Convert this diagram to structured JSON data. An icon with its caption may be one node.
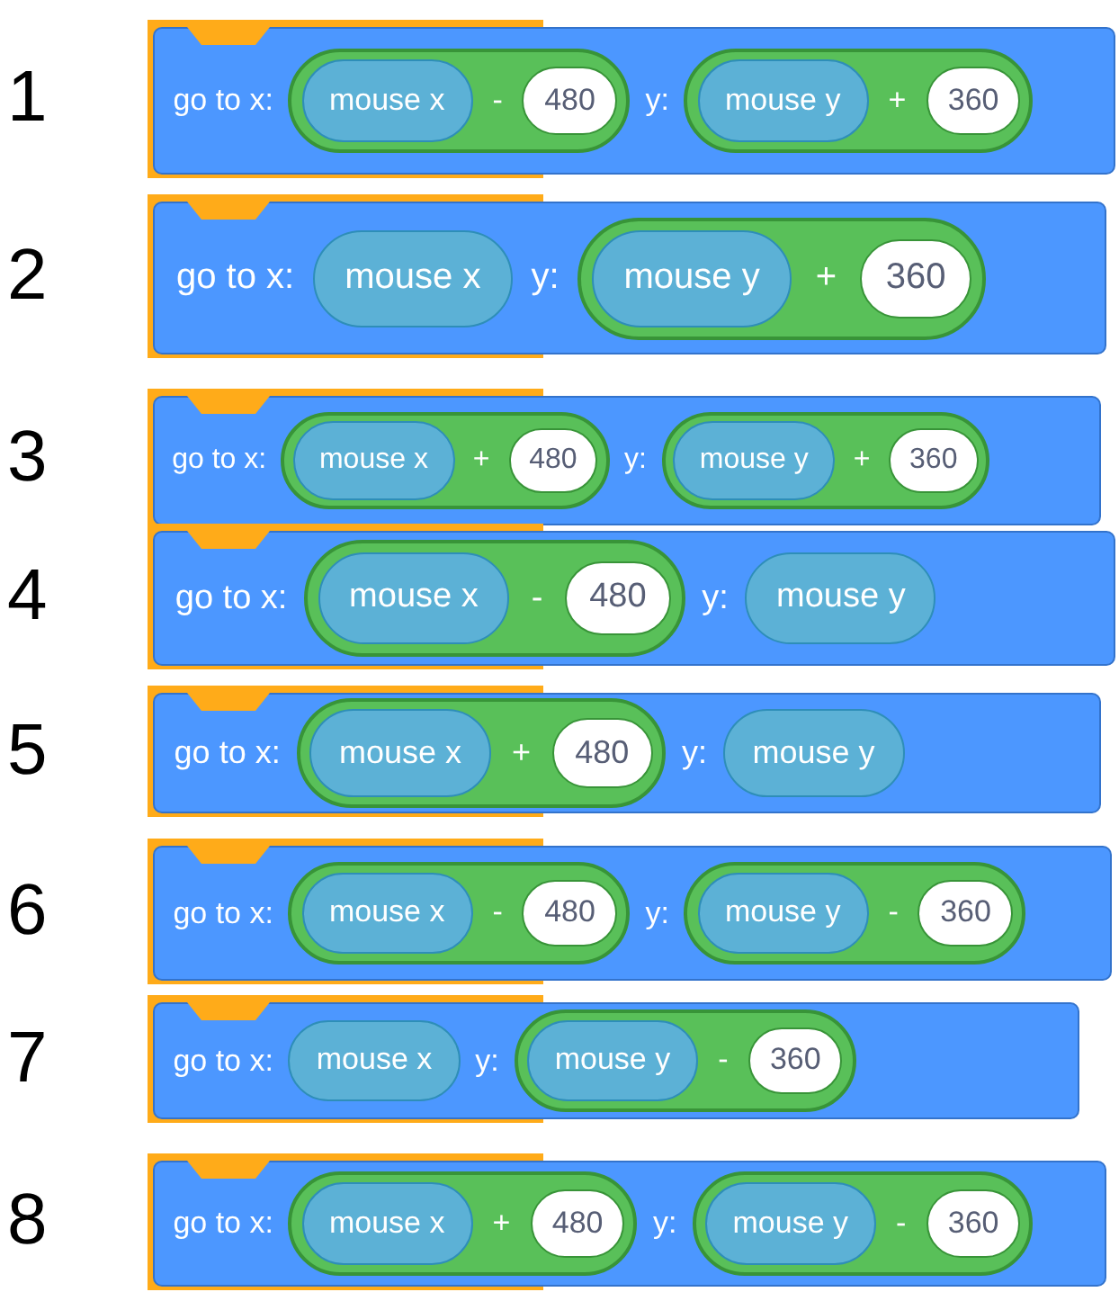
{
  "diagram": {
    "nodes": [
      {
        "text": [
          "go to x:",
          "y:"
        ]
      },
      {
        "text": [
          "-"
        ],
        "in": 0
      },
      {
        "text": [
          "mouse x"
        ],
        "in": 1
      },
      {
        "text": [
          "480"
        ],
        "in": 1
      },
      {
        "text": [
          "+"
        ],
        "in": 0
      },
      {
        "text": [
          "mouse y"
        ],
        "in": 4
      },
      {
        "text": [
          "360"
        ],
        "in": 4
      },
      {
        "text": [
          "go to x:",
          "y:"
        ]
      },
      {
        "text": [
          "mouse x"
        ],
        "in": 7
      },
      {
        "text": [
          "+"
        ],
        "in": 7
      },
      {
        "text": [
          "mouse y"
        ],
        "in": 9
      },
      {
        "text": [
          "360"
        ],
        "in": 9
      },
      {
        "text": [
          "go to x:",
          "y:"
        ]
      },
      {
        "text": [
          "+"
        ],
        "in": 12
      },
      {
        "text": [
          "mouse x"
        ],
        "in": 13
      },
      {
        "text": [
          "480"
        ],
        "in": 13
      },
      {
        "text": [
          "+"
        ],
        "in": 12
      },
      {
        "text": [
          "mouse y"
        ],
        "in": 16
      },
      {
        "text": [
          "360"
        ],
        "in": 16
      },
      {
        "text": [
          "go to x:",
          "y:"
        ]
      },
      {
        "text": [
          "-"
        ],
        "in": 19
      },
      {
        "text": [
          "mouse x"
        ],
        "in": 20
      },
      {
        "text": [
          "480"
        ],
        "in": 20
      },
      {
        "text": [
          "mouse y"
        ],
        "in": 19
      },
      {
        "text": [
          "go to x:",
          "y:"
        ]
      },
      {
        "text": [
          "+"
        ],
        "in": 24
      },
      {
        "text": [
          "mouse x"
        ],
        "in": 25
      },
      {
        "text": [
          "480"
        ],
        "in": 25
      },
      {
        "text": [
          "mouse y"
        ],
        "in": 24
      },
      {
        "text": [
          "go to x:",
          "y:"
        ]
      },
      {
        "text": [
          "-"
        ],
        "in": 29
      },
      {
        "text": [
          "mouse x"
        ],
        "in": 30
      },
      {
        "text": [
          "480"
        ],
        "in": 30
      },
      {
        "text": [
          "-"
        ],
        "in": 29
      },
      {
        "text": [
          "mouse y"
        ],
        "in": 33
      },
      {
        "text": [
          "360"
        ],
        "in": 33
      },
      {
        "text": [
          "go to x:",
          "y:"
        ]
      },
      {
        "text": [
          "mouse x"
        ],
        "in": 36
      },
      {
        "text": [
          "-"
        ],
        "in": 36
      },
      {
        "text": [
          "mouse y"
        ],
        "in": 38
      },
      {
        "text": [
          "360"
        ],
        "in": 38
      },
      {
        "text": [
          "go to x:",
          "y:"
        ]
      },
      {
        "text": [
          "+"
        ],
        "in": 41
      },
      {
        "text": [
          "mouse x"
        ],
        "in": 42
      },
      {
        "text": [
          "480"
        ],
        "in": 42
      },
      {
        "text": [
          "-"
        ],
        "in": 41
      },
      {
        "text": [
          "mouse y"
        ],
        "in": 45
      },
      {
        "text": [
          "360"
        ],
        "in": 45
      }
    ],
    "labels": [
      "1",
      "2",
      "3",
      "4",
      "5",
      "6",
      "7",
      "8"
    ]
  }
}
